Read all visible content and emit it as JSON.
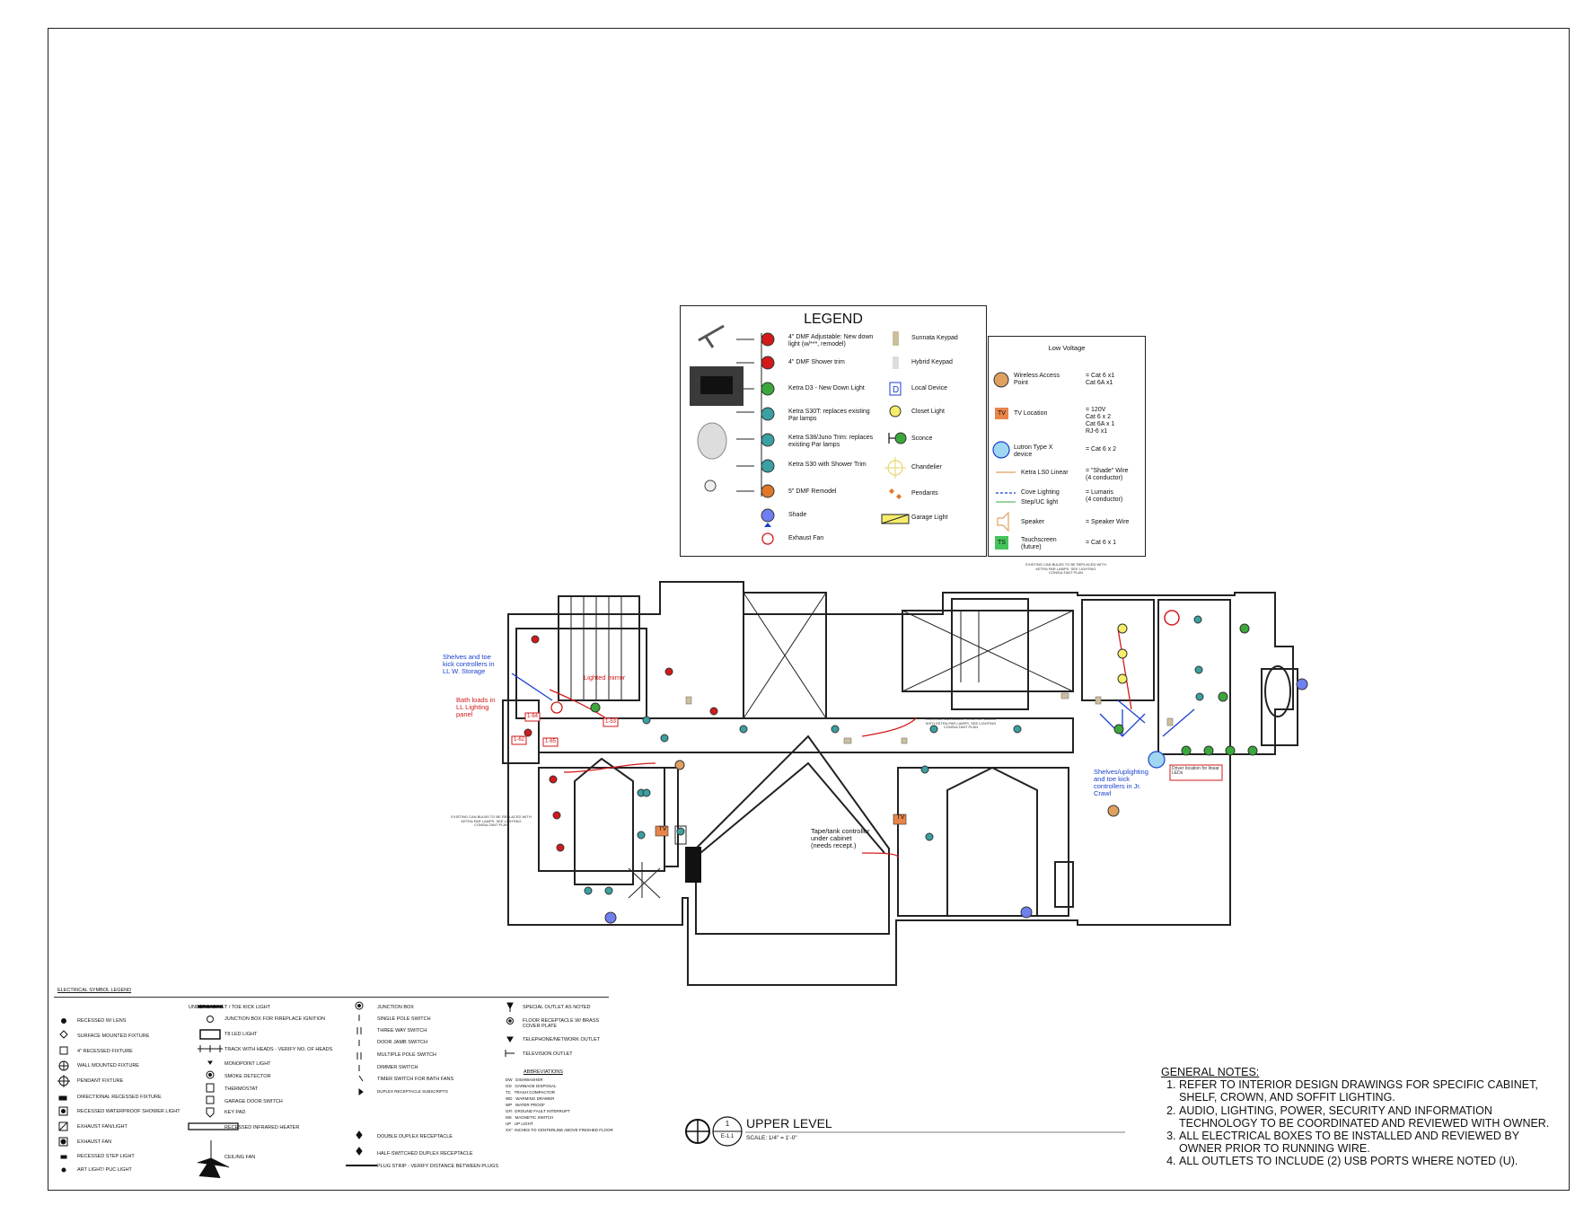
{
  "legend": {
    "title": "LEGEND",
    "items_left": [
      {
        "label": "4\" DMF Adjustable: New down light (w/***, remodel)",
        "color": "#d21a1a"
      },
      {
        "label": "4\" DMF Shower trim",
        "color": "#d21a1a"
      },
      {
        "label": "Ketra D3 - New Down Light",
        "color": "#3aa83a"
      },
      {
        "label": "Ketra S30T: replaces existing Par lamps",
        "color": "#3aa0a0"
      },
      {
        "label": "Ketra S38/Juno Trim: replaces existing Par lamps",
        "color": "#3aa0a0"
      },
      {
        "label": "Ketra S30 with Shower Trim",
        "color": "#3aa0a0"
      },
      {
        "label": "5\" DMF Remodel",
        "color": "#e0782a"
      },
      {
        "label": "Shade",
        "color": "#3b5be0"
      },
      {
        "label": "Exhaust Fan",
        "color": "#d21a1a"
      }
    ],
    "items_right": [
      {
        "label": "Sunnata Keypad"
      },
      {
        "label": "Hybrid Keypad"
      },
      {
        "label": "Local Device"
      },
      {
        "label": "Closet Light"
      },
      {
        "label": "Sconce"
      },
      {
        "label": "Chandelier"
      },
      {
        "label": "Pendants"
      },
      {
        "label": "Garage Light"
      }
    ]
  },
  "low_voltage": {
    "title": "Low Voltage",
    "items": [
      {
        "label": "Wireless Access Point",
        "value": "= Cat 6 x1\nCat 6A x1"
      },
      {
        "label": "TV Location",
        "value": "= 120V\nCat 6 x 2\nCat 6A x 1\nRJ-6 x1"
      },
      {
        "label": "Lutron Type X device",
        "value": "= Cat 6 x 2"
      },
      {
        "label": "Ketra LS0 Linear",
        "value": "= \"Shade\" Wire\n(4 conductor)"
      },
      {
        "label": "Cove Lighting",
        "value": "= Lumaris\n(4 conductor)"
      },
      {
        "label": "Step/UC light",
        "value": ""
      },
      {
        "label": "Speaker",
        "value": "= Speaker Wire"
      },
      {
        "label": "Touchscreen (future)",
        "value": "= Cat 6 x 1"
      }
    ],
    "tv_badge": "TV",
    "ts_badge": "TS"
  },
  "annotations": {
    "shelves_ll": "Shelves and toe kick controllers in LL W. Storage",
    "bath_loads": "Bath loads in LL Lighting panel",
    "lighted_mirror": "Lighted mirror",
    "tape_light": "Tape/tank controller under cabinet (needs recept.)",
    "shelves_jr": "Shelves/uplighting and toe kick controllers in Jr. Crawl",
    "driver_location": "Driver location for linear LEDs",
    "existing_can_1": "EXISTING CAN BULBS TO BE REPLACED WITH KETRA PAR LAMPS. SEE LIGHTING CONSULTANT PLAN",
    "existing_can_2": "EXISTING CAN BULBS TO BE REPLACED WITH KETRA PAR LAMPS. SEE LIGHTING CONSULTANT PLAN",
    "existing_can_3": "EXISTING CAN BULBS TO BE REPLACED WITH KETRA PAR LAMPS. SEE LIGHTING CONSULTANT PLAN",
    "tv1": "TV",
    "tv2": "TV",
    "tag_1": "1-64",
    "tag_2": "1-53",
    "tag_3": "1-62",
    "tag_4": "1-65"
  },
  "electrical_legend": {
    "title": "ELECTRICAL SYMBOL LEGEND",
    "col1": [
      "RECESSED W/ LENS",
      "SURFACE MOUNTED FIXTURE",
      "4\" RECESSED FIXTURE",
      "WALL MOUNTED FIXTURE",
      "PENDANT FIXTURE",
      "DIRECTIONAL RECESSED FIXTURE",
      "RECESSED WATERPROOF SHOWER LIGHT",
      "EXHAUST FAN/LIGHT",
      "EXHAUST FAN",
      "RECESSED STEP LIGHT",
      "ART LIGHT/ PUC LIGHT"
    ],
    "col2": [
      "UNDERCABINET / TOE KICK LIGHT",
      "JUNCTION BOX FOR FIREPLACE IGNITION",
      "T8 LED LIGHT",
      "TRACK WITH HEADS - VERIFY NO. OF HEADS",
      "MONOPOINT LIGHT",
      "SMOKE DETECTOR",
      "THERMOSTAT",
      "GARAGE DOOR SWITCH",
      "KEY PAD",
      "RECESSED INFRARED HEATER",
      "CEILING FAN"
    ],
    "col3": [
      "JUNCTION BOX",
      "SINGLE POLE SWITCH",
      "THREE WAY SWITCH",
      "DOOR JAMB SWITCH",
      "MULTIPLE POLE SWITCH",
      "DIMMER SWITCH",
      "TIMER SWITCH FOR BATH FANS",
      "DUPLEX RECEPTACLE SUBSCRIPTS",
      "DOUBLE DUPLEX RECEPTACLE",
      "HALF-SWITCHED DUPLEX RECEPTACLE",
      "PLUG STRIP - VERIFY DISTANCE BETWEEN PLUGS"
    ],
    "col4": [
      "SPECIAL OUTLET AS NOTED",
      "FLOOR RECEPTACLE W/ BRASS COVER PLATE",
      "TELEPHONE/NETWORK OUTLET",
      "TELEVISION OUTLET"
    ],
    "abbrev_title": "ABBREVIATIONS",
    "abbrev": [
      "DW   DISHWASHER",
      "GD   GARBAGE DISPOSAL",
      "TC   TRASH COMPACTOR",
      "WD   WARMING DRAWER",
      "WP   WATER PROOF",
      "GFI  GROUND FAULT INTERRUPT",
      "MS   MAGNETIC SWITCH",
      "UP   UP LIGHT",
      "XX\"  INCHES TO CENTERLINE ABOVE FINISHED FLOOR"
    ]
  },
  "general_notes": {
    "title": "GENERAL NOTES:",
    "items": [
      "REFER TO INTERIOR DESIGN DRAWINGS FOR SPECIFIC CABINET, SHELF, CROWN, AND SOFFIT LIGHTING.",
      "AUDIO, LIGHTING, POWER, SECURITY AND INFORMATION TECHNOLOGY TO BE COORDINATED AND REVIEWED WITH OWNER.",
      "ALL ELECTRICAL BOXES TO BE INSTALLED AND REVIEWED BY OWNER PRIOR TO RUNNING WIRE.",
      "ALL OUTLETS TO INCLUDE (2) USB PORTS WHERE NOTED (U)."
    ]
  },
  "title_block": {
    "drawing_title": "UPPER LEVEL",
    "scale": "SCALE: 1/4\" = 1'-0\"",
    "number": "1",
    "sheet": "E-1.1"
  }
}
